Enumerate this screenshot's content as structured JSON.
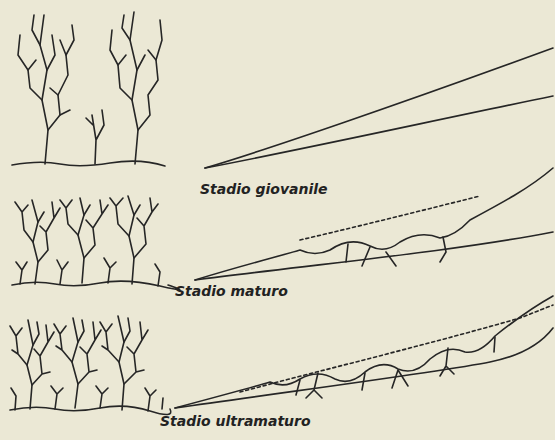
{
  "diagram": {
    "labels": [
      "Stadio giovanile",
      "Stadio maturo",
      "Stadio ultramaturo"
    ]
  }
}
